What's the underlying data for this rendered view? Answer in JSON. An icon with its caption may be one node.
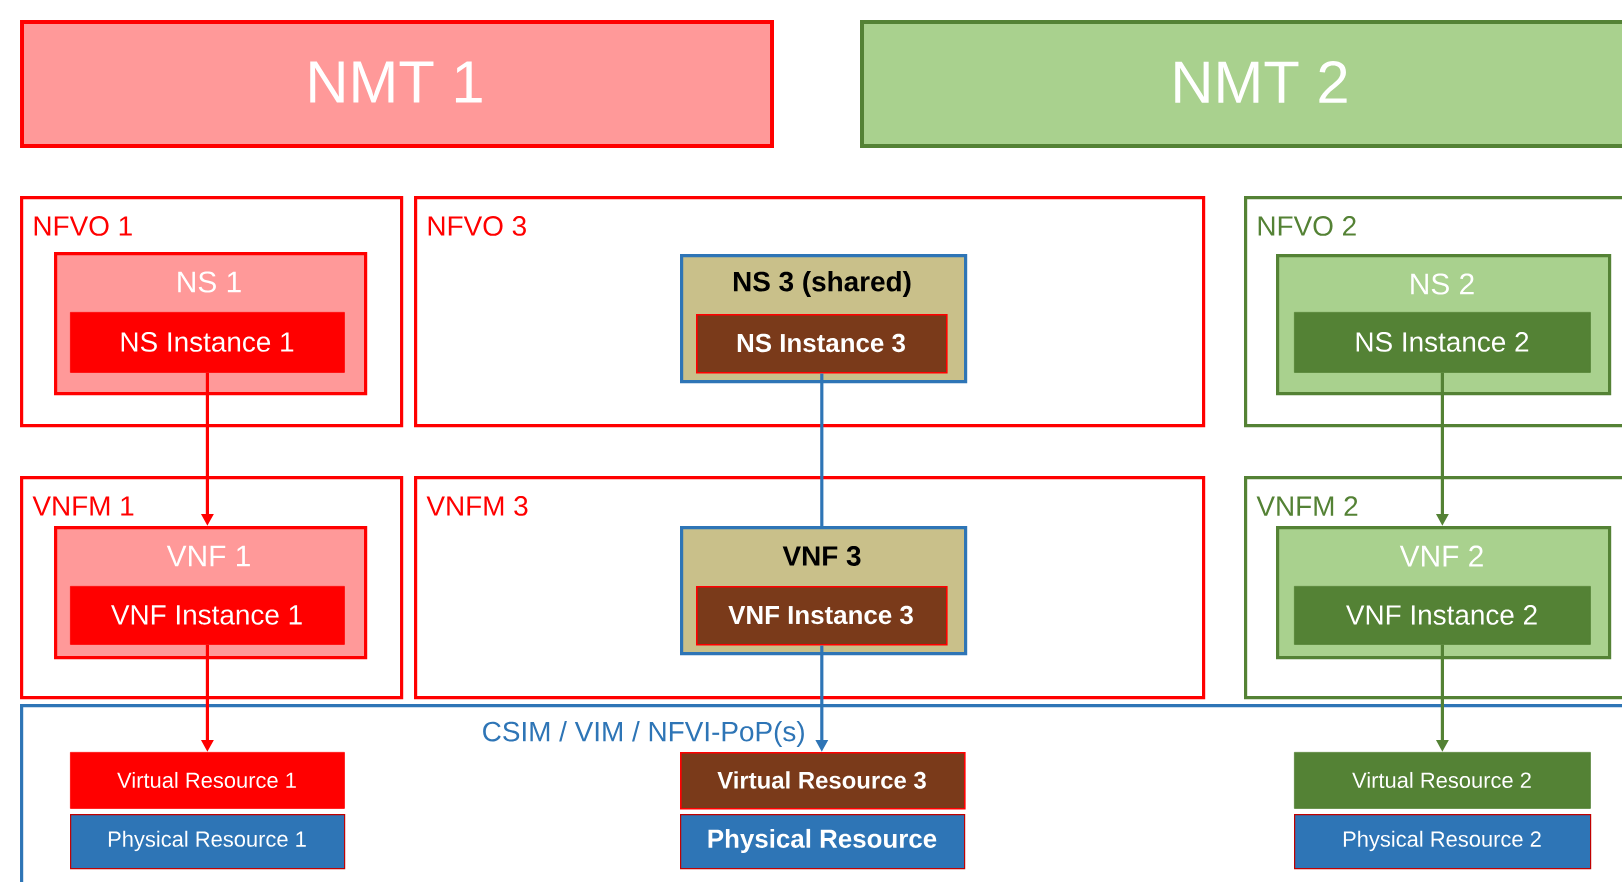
{
  "diagram": {
    "nodes": [
      {
        "text": [
          "NMT 1"
        ]
      },
      {
        "text": [
          "NMT 2"
        ]
      },
      {
        "text": [
          "NFVO 1"
        ]
      },
      {
        "text": [
          "NS 1"
        ],
        "in": 2
      },
      {
        "text": [
          "NS Instance 1"
        ],
        "in": 3
      },
      {
        "text": [
          "NFVO 3"
        ]
      },
      {
        "text": [
          "NS 3 (shared)"
        ],
        "in": 5
      },
      {
        "text": [
          "NS Instance 3"
        ],
        "in": 6
      },
      {
        "text": [
          "NFVO 2"
        ]
      },
      {
        "text": [
          "NS 2"
        ],
        "in": 8
      },
      {
        "text": [
          "NS Instance 2"
        ],
        "in": 9
      },
      {
        "text": [
          "VNFM 1"
        ]
      },
      {
        "text": [
          "VNF 1"
        ],
        "in": 11
      },
      {
        "text": [
          "VNF Instance 1"
        ],
        "in": 12
      },
      {
        "text": [
          "VNFM 3"
        ]
      },
      {
        "text": [
          "VNF 3"
        ],
        "in": 14
      },
      {
        "text": [
          "VNF Instance 3"
        ],
        "in": 15
      },
      {
        "text": [
          "VNFM 2"
        ]
      },
      {
        "text": [
          "VNF 2"
        ],
        "in": 17
      },
      {
        "text": [
          "VNF Instance 2"
        ],
        "in": 18
      },
      {
        "text": [
          "CSIM / VIM / NFVI-PoP(s)"
        ]
      },
      {
        "text": [
          "Virtual Resource 1"
        ],
        "in": 20
      },
      {
        "text": [
          "Physical Resource 1"
        ],
        "in": 20
      },
      {
        "text": [
          "Virtual Resource 3"
        ],
        "in": 20
      },
      {
        "text": [
          "Physical Resource"
        ],
        "in": 20
      },
      {
        "text": [
          "Virtual Resource 2"
        ],
        "in": 20
      },
      {
        "text": [
          "Physical Resource 2"
        ],
        "in": 20
      }
    ],
    "edges": [
      {
        "from": 4,
        "to": 12,
        "arrow": "to",
        "color": "#ff0000"
      },
      {
        "from": 7,
        "to": 15,
        "arrow": "none",
        "color": "#2e75b6"
      },
      {
        "from": 10,
        "to": 18,
        "arrow": "to",
        "color": "#548235"
      },
      {
        "from": 13,
        "to": 21,
        "arrow": "to",
        "color": "#ff0000"
      },
      {
        "from": 16,
        "to": 23,
        "arrow": "to",
        "color": "#2e75b6"
      },
      {
        "from": 19,
        "to": 25,
        "arrow": "to",
        "color": "#548235"
      }
    ]
  }
}
